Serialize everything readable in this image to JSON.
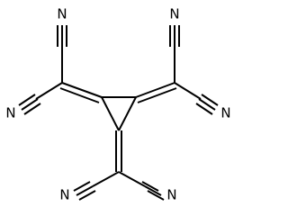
{
  "molecule": {
    "atom_labels": {
      "n1": "N",
      "n2": "N",
      "n3": "N",
      "n4": "N",
      "n5": "N",
      "n6": "N"
    }
  },
  "colors": {
    "bond": "#000000",
    "label": "#000000",
    "background": "#ffffff"
  }
}
